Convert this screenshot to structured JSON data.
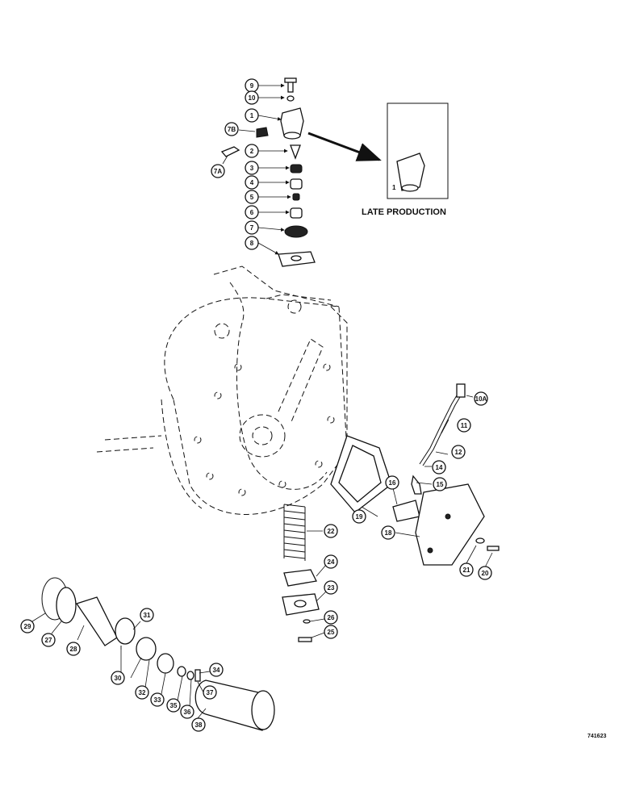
{
  "callouts": [
    "9",
    "10",
    "1",
    "7B",
    "7A",
    "2",
    "3",
    "4",
    "5",
    "6",
    "7",
    "8",
    "10A",
    "11",
    "12",
    "14",
    "15",
    "16",
    "19",
    "18",
    "21",
    "20",
    "22",
    "24",
    "23",
    "26",
    "25",
    "29",
    "27",
    "28",
    "31",
    "30",
    "32",
    "33",
    "35",
    "36",
    "37",
    "34",
    "38"
  ],
  "inset": {
    "part_number": "1",
    "caption": "LATE PRODUCTION"
  },
  "figure_number": "741623"
}
